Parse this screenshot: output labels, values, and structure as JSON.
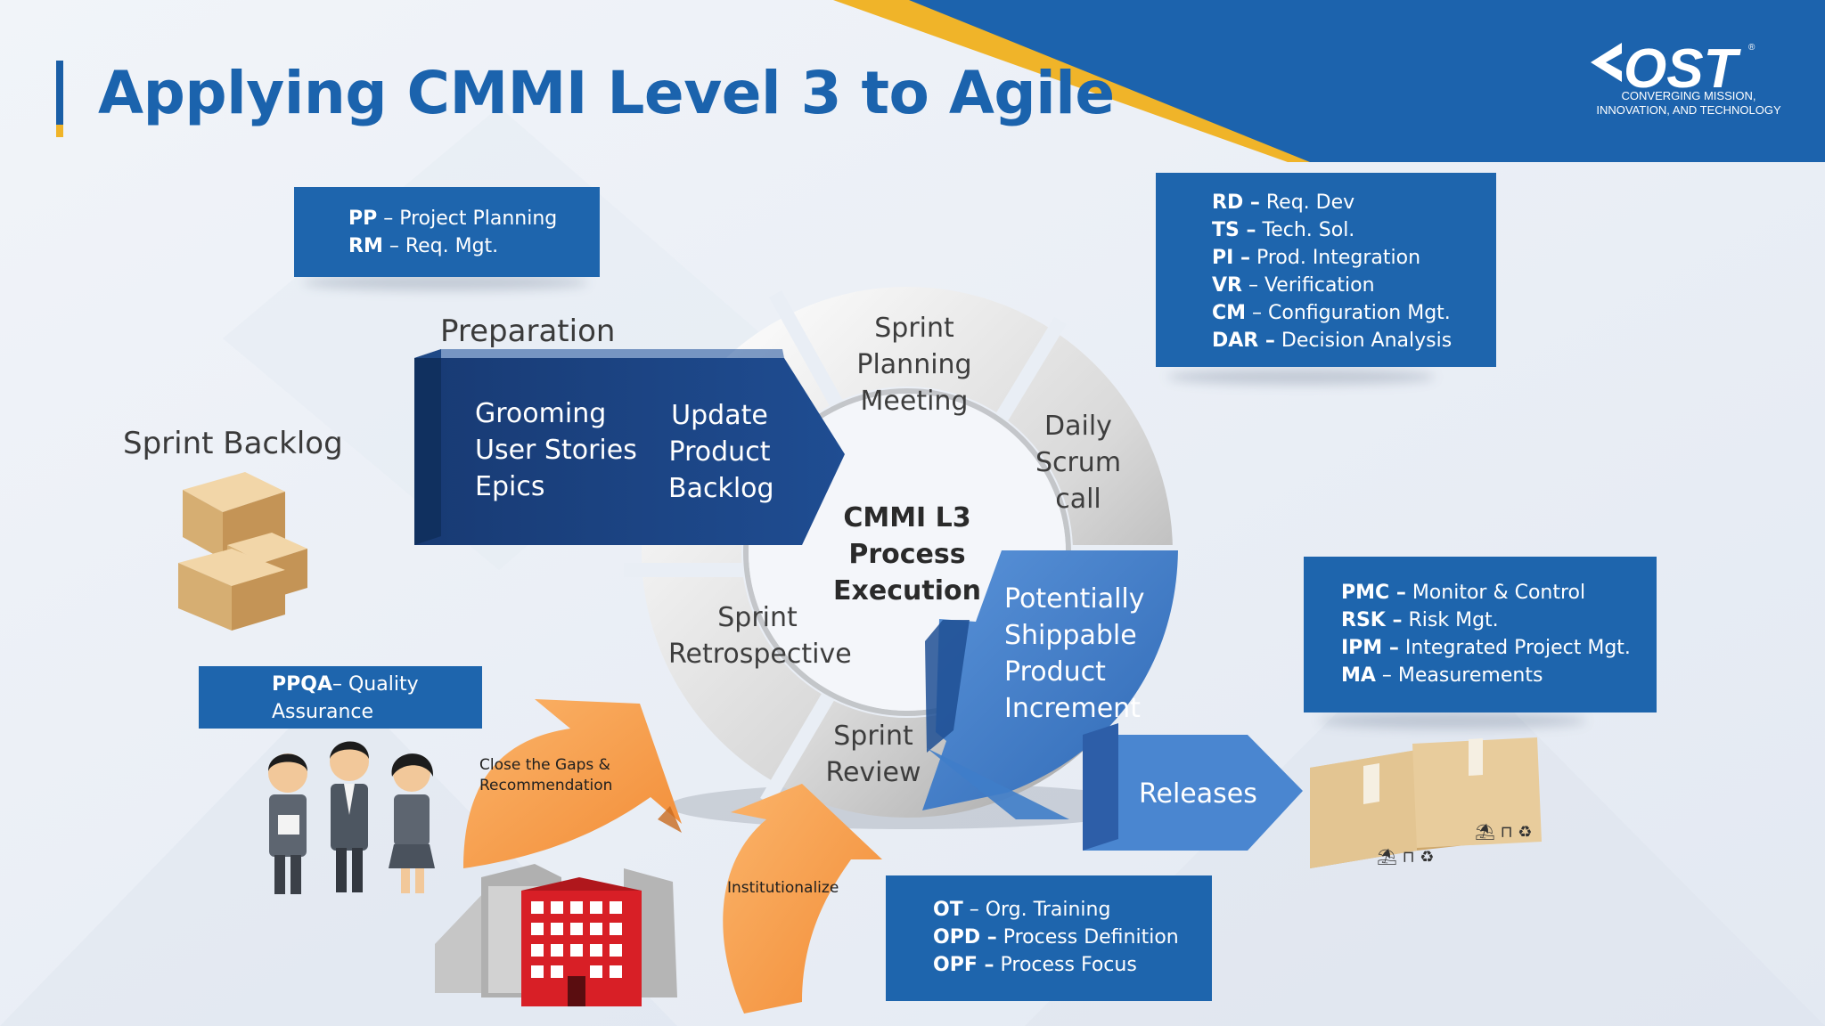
{
  "slide": {
    "title": "Applying CMMI Level 3 to Agile",
    "logo": {
      "mark": "OST",
      "registered": "®",
      "tagline_1": "CONVERGING MISSION,",
      "tagline_2": "INNOVATION, AND TECHNOLOGY"
    }
  },
  "process_areas": {
    "planning": [
      {
        "abbr": "PP",
        "text": " – Project Planning"
      },
      {
        "abbr": "RM",
        "text": " – Req. Mgt."
      }
    ],
    "engineering": [
      {
        "abbr": "RD –",
        "text": " Req. Dev"
      },
      {
        "abbr": "TS –",
        "text": " Tech. Sol."
      },
      {
        "abbr": "PI –",
        "text": " Prod. Integration"
      },
      {
        "abbr": "VR",
        "text": " – Verification"
      },
      {
        "abbr": "CM",
        "text": " – Configuration Mgt."
      },
      {
        "abbr": "DAR –",
        "text": " Decision Analysis"
      }
    ],
    "project_management": [
      {
        "abbr": "PMC –",
        "text": " Monitor & Control"
      },
      {
        "abbr": "RSK –",
        "text": " Risk Mgt."
      },
      {
        "abbr": "IPM –",
        "text": " Integrated Project Mgt."
      },
      {
        "abbr": "MA",
        "text": " – Measurements"
      }
    ],
    "quality": {
      "abbr": "PPQA",
      "text": "– Quality",
      "line2": "Assurance"
    },
    "organizational": [
      {
        "abbr": "OT",
        "text": " – Org. Training"
      },
      {
        "abbr": "OPD –",
        "text": " Process Definition"
      },
      {
        "abbr": "OPF –",
        "text": " Process Focus"
      }
    ]
  },
  "labels": {
    "sprint_backlog": "Sprint Backlog",
    "preparation": "Preparation",
    "close_gaps_1": "Close the Gaps &",
    "close_gaps_2": "Recommendation",
    "institutionalize": "Institutionalize",
    "releases": "Releases"
  },
  "preparation_block": {
    "left": [
      "Grooming",
      "User Stories",
      "Epics"
    ],
    "right": [
      "Update",
      "Product",
      "Backlog"
    ]
  },
  "cycle": {
    "center": [
      "CMMI L3",
      "Process",
      "Execution"
    ],
    "planning_meeting": [
      "Sprint",
      "Planning",
      "Meeting"
    ],
    "daily_scrum": [
      "Daily",
      "Scrum",
      "call"
    ],
    "increment": [
      "Potentially",
      "Shippable",
      "Product",
      "Increment"
    ],
    "review": [
      "Sprint",
      "Review"
    ],
    "retrospective": [
      "Sprint",
      "Retrospective"
    ]
  },
  "colors": {
    "brand_blue": "#1e65ad",
    "dark_navy": "#183d7a",
    "accent_gold": "#f0b429",
    "orange": "#f8a352",
    "light_blue": "#4a86d0"
  }
}
